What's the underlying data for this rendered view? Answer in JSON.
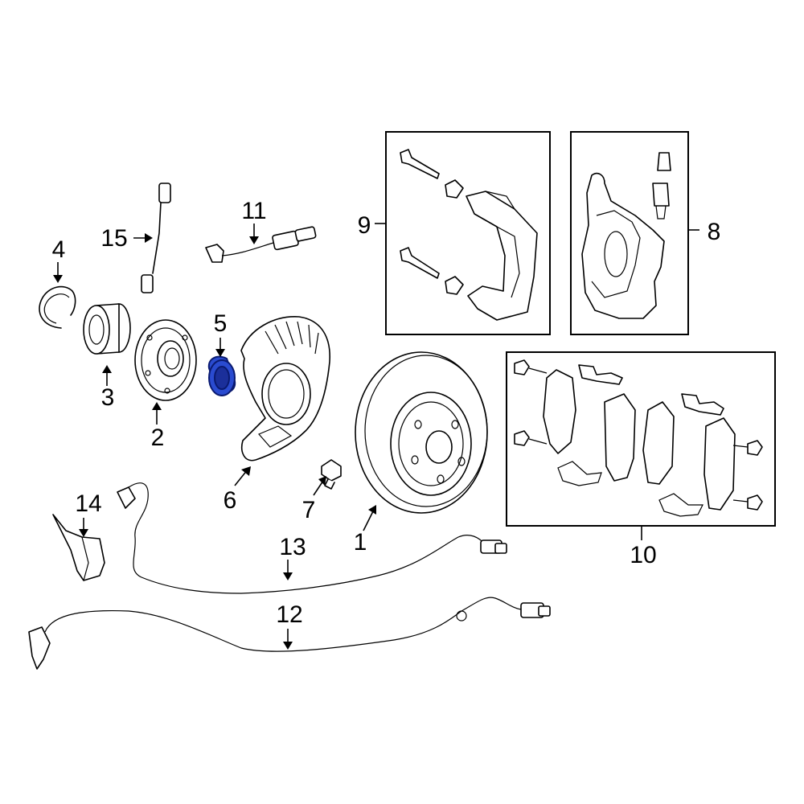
{
  "diagram": {
    "highlight_color": "#2a4bd0",
    "callouts": [
      {
        "id": "1",
        "label": "1"
      },
      {
        "id": "2",
        "label": "2"
      },
      {
        "id": "3",
        "label": "3"
      },
      {
        "id": "4",
        "label": "4"
      },
      {
        "id": "5",
        "label": "5",
        "highlighted": true
      },
      {
        "id": "6",
        "label": "6"
      },
      {
        "id": "7",
        "label": "7"
      },
      {
        "id": "8",
        "label": "8"
      },
      {
        "id": "9",
        "label": "9"
      },
      {
        "id": "10",
        "label": "10"
      },
      {
        "id": "11",
        "label": "11"
      },
      {
        "id": "12",
        "label": "12"
      },
      {
        "id": "13",
        "label": "13"
      },
      {
        "id": "14",
        "label": "14"
      },
      {
        "id": "15",
        "label": "15"
      }
    ]
  }
}
